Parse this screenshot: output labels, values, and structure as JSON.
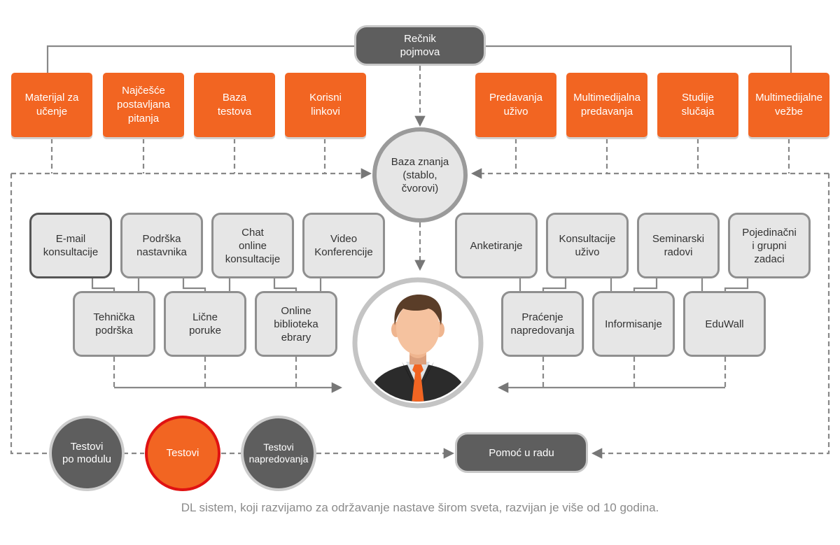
{
  "top": {
    "recnik": "Rečnik\npojmova"
  },
  "left_orange": [
    "Materijal za\nučenje",
    "Najčešće\npostavljana\npitanja",
    "Baza\ntestova",
    "Korisni\nlinkovi"
  ],
  "right_orange": [
    "Predavanja\nuživo",
    "Multimedijalna\npredavanja",
    "Studije\nslučaja",
    "Multimedijalne\nvežbe"
  ],
  "center": {
    "baza_znanja": "Baza znanja\n(stablo,\nčvorovi)"
  },
  "left_gray_top": [
    "E-mail\nkonsultacije",
    "Podrška\nnastavnika",
    "Chat\nonline\nkonsultacije",
    "Video\nKonferencije"
  ],
  "left_gray_bottom": [
    "Tehnička\npodrška",
    "Lične\nporuke",
    "Online\nbiblioteka\nebrary"
  ],
  "right_gray_top": [
    "Anketiranje",
    "Konsultacije\nuživo",
    "Seminarski\nradovi",
    "Pojedinačni\ni grupni\nzadaci"
  ],
  "right_gray_bottom": [
    "Praćenje\nnapredovanja",
    "Informisanje",
    "EduWall"
  ],
  "tests": [
    "Testovi\npo modulu",
    "Testovi",
    "Testovi\nnapredovanja"
  ],
  "pomoc": "Pomoć u radu",
  "caption": "DL sistem, koji razvijamo za  održavanje nastave širom sveta, razvijan je više od 10 godina.",
  "colors": {
    "orange": "#f26522",
    "dark_gray": "#5e5e5e",
    "light_gray": "#e6e6e6",
    "red_ring": "#e01212"
  },
  "icons": {
    "person": "user-avatar-icon"
  }
}
